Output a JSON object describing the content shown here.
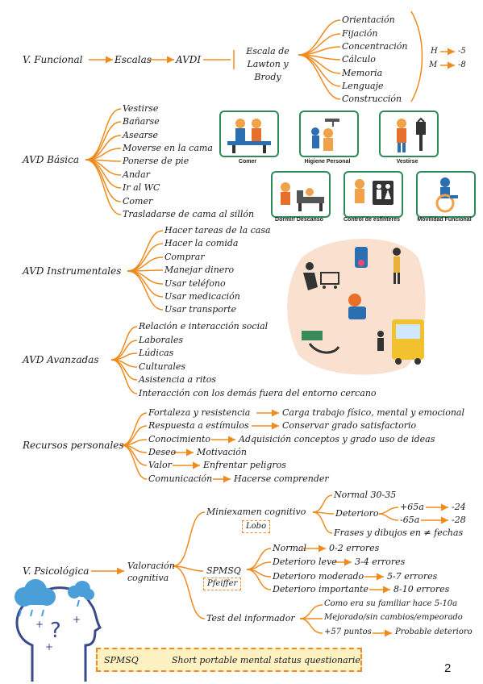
{
  "accent_color": "#f08a1c",
  "card_color": "#2e8b57",
  "funcional": {
    "root": "V. Funcional",
    "escalas": "Escalas",
    "avdi": "AVDI",
    "escala_lawton": "Escala de Lawton y Brody",
    "items": [
      "Orientación",
      "Fijación",
      "Concentración",
      "Cálculo",
      "Memoria",
      "Lenguaje",
      "Construcción"
    ],
    "h_label": "H",
    "h_value": "-5",
    "m_label": "M",
    "m_value": "-8"
  },
  "basica": {
    "title": "AVD Básica",
    "items": [
      "Vestirse",
      "Bañarse",
      "Asearse",
      "Moverse en la cama",
      "Ponerse de pie",
      "Andar",
      "Ir al WC",
      "Comer",
      "Trasladarse de cama al sillón"
    ],
    "icons": [
      {
        "name": "comer-icon",
        "caption": "Comer"
      },
      {
        "name": "higiene-personal-icon",
        "caption": "Higiene Personal"
      },
      {
        "name": "vestirse-icon",
        "caption": "Vestirse"
      },
      {
        "name": "dormir-descanso-icon",
        "caption": "Dormir/ Descanso"
      },
      {
        "name": "control-esfinteres-icon",
        "caption": "Control de esfínteres"
      },
      {
        "name": "movilidad-funcional-icon",
        "caption": "Movilidad Funcional"
      }
    ]
  },
  "instrumentales": {
    "title": "AVD Instrumentales",
    "items": [
      "Hacer tareas de la casa",
      "Hacer la comida",
      "Comprar",
      "Manejar dinero",
      "Usar teléfono",
      "Usar medicación",
      "Usar transporte"
    ]
  },
  "avanzadas": {
    "title": "AVD Avanzadas",
    "items": [
      "Relación e interacción social",
      "Laborales",
      "Lúdicas",
      "Culturales",
      "Asistencia a ritos",
      "Interacción con los demás fuera del entorno cercano"
    ]
  },
  "recursos": {
    "title": "Recursos personales",
    "pairs": [
      {
        "left": "Fortaleza y resistencia",
        "right": "Carga trabajo físico, mental y emocional"
      },
      {
        "left": "Respuesta a estímulos",
        "right": "Conservar grado satisfactorio"
      },
      {
        "left": "Conocimiento",
        "right": "Adquisición conceptos y grado uso de ideas"
      },
      {
        "left": "Deseo",
        "right": "Motivación"
      },
      {
        "left": "Valor",
        "right": "Enfrentar peligros"
      },
      {
        "left": "Comunicación",
        "right": "Hacerse comprender"
      }
    ]
  },
  "psicologica": {
    "root": "V. Psicológica",
    "valoracion": "Valoración cognitiva",
    "mini": {
      "label": "Miniexamen cognitivo",
      "author": "Lobo",
      "normal": "Normal 30-35",
      "deterioro": "Deterioro",
      "plus65": "+65a",
      "plus65_val": "-24",
      "minus65": "-65a",
      "minus65_val": "-28",
      "frases": "Frases y dibujos en ≠ fechas"
    },
    "spmsq": {
      "label": "SPMSQ",
      "author": "Pfeiffer",
      "levels": [
        {
          "left": "Normal",
          "right": "0-2 errores"
        },
        {
          "left": "Deterioro leve",
          "right": "3-4 errores"
        },
        {
          "left": "Deterioro moderado",
          "right": "5-7 errores"
        },
        {
          "left": "Deterioro importante",
          "right": "8-10 errores"
        }
      ]
    },
    "informador": {
      "label": "Test del informador",
      "q1": "Como era su familiar hace 5-10a",
      "q2": "Mejorado/sin cambios/empeorado",
      "plus": "+57 puntos",
      "result": "Probable deterioro"
    }
  },
  "footer": {
    "abbr": "SPMSQ",
    "full": "Short portable mental status questionarie"
  },
  "page_number": "2"
}
